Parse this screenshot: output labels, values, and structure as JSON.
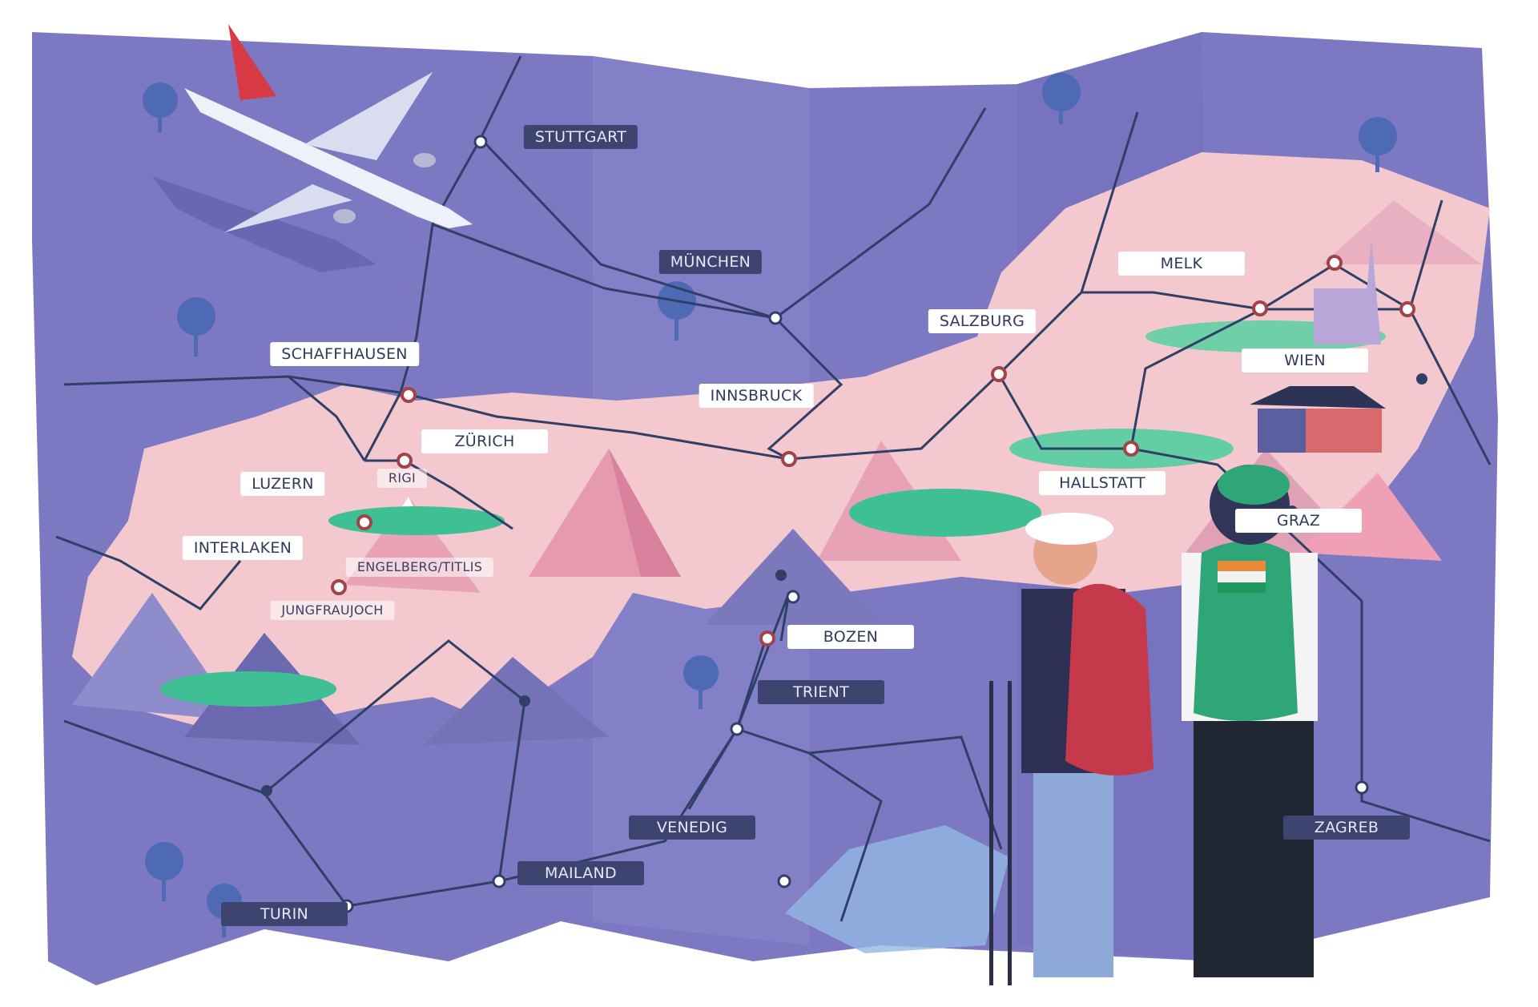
{
  "map": {
    "colors": {
      "land": "#7c79c2",
      "alps": "#f3c9cf",
      "route": "#2f3f66",
      "stop_ring": "#a2434a",
      "label_light": "#ffffff",
      "label_dark": "#3e4470"
    },
    "cities": [
      {
        "id": "stuttgart",
        "name": "STUTTGART",
        "style": "dark"
      },
      {
        "id": "muenchen",
        "name": "MÜNCHEN",
        "style": "dark"
      },
      {
        "id": "schaffhausen",
        "name": "SCHAFFHAUSEN",
        "style": "light"
      },
      {
        "id": "zuerich",
        "name": "ZÜRICH",
        "style": "light"
      },
      {
        "id": "rigi",
        "name": "RIGI",
        "style": "small"
      },
      {
        "id": "luzern",
        "name": "LUZERN",
        "style": "light"
      },
      {
        "id": "interlaken",
        "name": "INTERLAKEN",
        "style": "light"
      },
      {
        "id": "engelberg",
        "name": "ENGELBERG/TITLIS",
        "style": "small"
      },
      {
        "id": "jungfraujoch",
        "name": "JUNGFRAUJOCH",
        "style": "small"
      },
      {
        "id": "innsbruck",
        "name": "INNSBRUCK",
        "style": "light"
      },
      {
        "id": "salzburg",
        "name": "SALZBURG",
        "style": "light"
      },
      {
        "id": "melk",
        "name": "MELK",
        "style": "light"
      },
      {
        "id": "wien",
        "name": "WIEN",
        "style": "light"
      },
      {
        "id": "hallstatt",
        "name": "HALLSTATT",
        "style": "light"
      },
      {
        "id": "graz",
        "name": "GRAZ",
        "style": "light"
      },
      {
        "id": "bozen",
        "name": "BOZEN",
        "style": "light"
      },
      {
        "id": "trient",
        "name": "TRIENT",
        "style": "dark"
      },
      {
        "id": "venedig",
        "name": "VENEDIG",
        "style": "dark"
      },
      {
        "id": "mailand",
        "name": "MAILAND",
        "style": "dark"
      },
      {
        "id": "turin",
        "name": "TURIN",
        "style": "dark"
      },
      {
        "id": "zagreb",
        "name": "ZAGREB",
        "style": "dark"
      }
    ]
  }
}
